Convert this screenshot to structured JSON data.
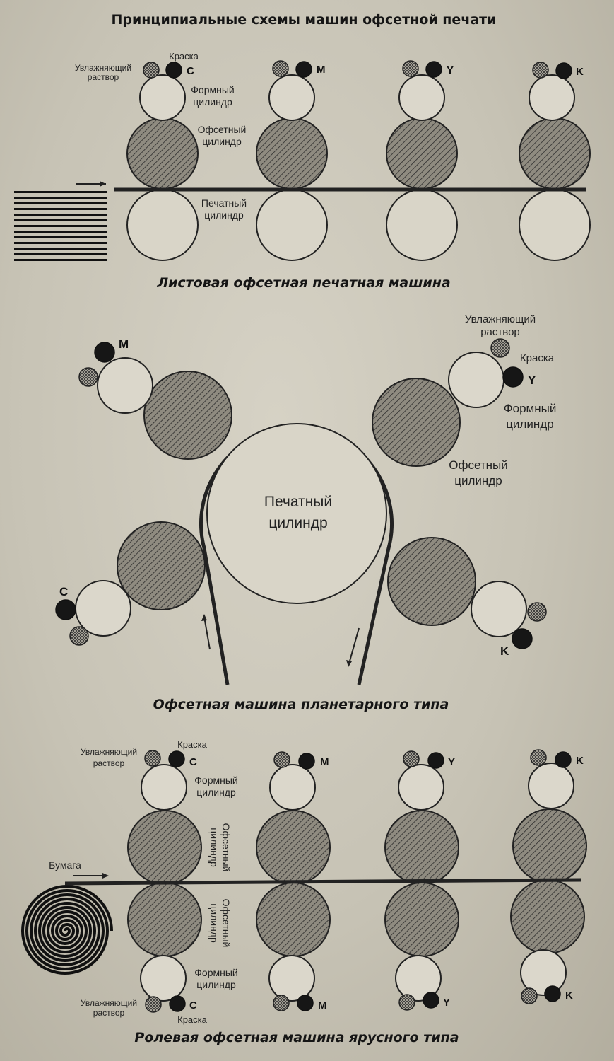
{
  "title": "Принципиальные схемы машин офсетной печати",
  "sheet": {
    "caption": "Листовая офсетная печатная машина",
    "label_damp": [
      "Увлажняющий",
      "раствор"
    ],
    "label_ink": "Краска",
    "label_plate": [
      "Формный",
      "цилиндр"
    ],
    "label_offset": [
      "Офсетный",
      "цилиндр"
    ],
    "label_imp": [
      "Печатный",
      "цилиндр"
    ],
    "colors": [
      "C",
      "M",
      "Y",
      "K"
    ]
  },
  "planetary": {
    "caption": "Офсетная машина планетарного типа",
    "label_imp": [
      "Печатный",
      "цилиндр"
    ],
    "label_damp": [
      "Увлажняющий",
      "раствор"
    ],
    "label_ink": "Краска",
    "label_plate": [
      "Формный",
      "цилиндр"
    ],
    "label_offset": [
      "Офсетный",
      "цилиндр"
    ],
    "colors": [
      "M",
      "Y",
      "C",
      "K"
    ]
  },
  "web": {
    "caption": "Ролевая офсетная машина ярусного типа",
    "label_paper": "Бумага",
    "label_damp": [
      "Увлажняющий",
      "раствор"
    ],
    "label_ink": "Краска",
    "label_plate": [
      "Формный",
      "цилиндр"
    ],
    "label_offset": [
      "Офсетный",
      "цилиндр"
    ],
    "colors_top": [
      "C",
      "M",
      "Y",
      "K"
    ],
    "colors_bottom": [
      "C",
      "M",
      "Y",
      "K"
    ]
  },
  "icons": [
    "dampening-roller-icon",
    "ink-roller-icon",
    "paper-stack-icon",
    "paper-roll-icon",
    "feed-arrow-icon"
  ]
}
